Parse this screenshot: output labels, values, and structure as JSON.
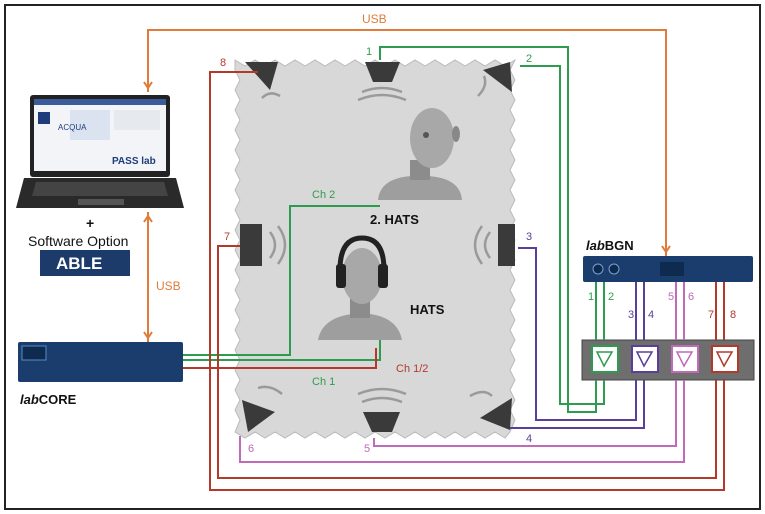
{
  "colors": {
    "usb": "#e07b39",
    "green": "#2e9c4f",
    "purple": "#5a3e98",
    "pink": "#c06ab8",
    "red": "#b33a2a",
    "room": "#d6d6d6",
    "device_body": "#1b3d6e",
    "text": "#111111"
  },
  "labels": {
    "usb_top": "USB",
    "usb_side": "USB",
    "plus": "+",
    "software_option": "Software Option",
    "able_logo": "ABLE",
    "acqua": "ACQUA",
    "passlab": "PASS lab",
    "hats2": "2. HATS",
    "hats": "HATS",
    "ch2": "Ch 2",
    "ch1": "Ch 1",
    "ch12": "Ch 1/2",
    "labbgn_italic": "lab",
    "labbgn_bold": "BGN",
    "labcore_italic": "lab",
    "labcore_bold": "CORE"
  },
  "speaker_numbers": [
    "1",
    "2",
    "3",
    "4",
    "5",
    "6",
    "7",
    "8"
  ],
  "amp_channels": [
    "1",
    "2",
    "3",
    "4",
    "5",
    "6",
    "7",
    "8"
  ]
}
